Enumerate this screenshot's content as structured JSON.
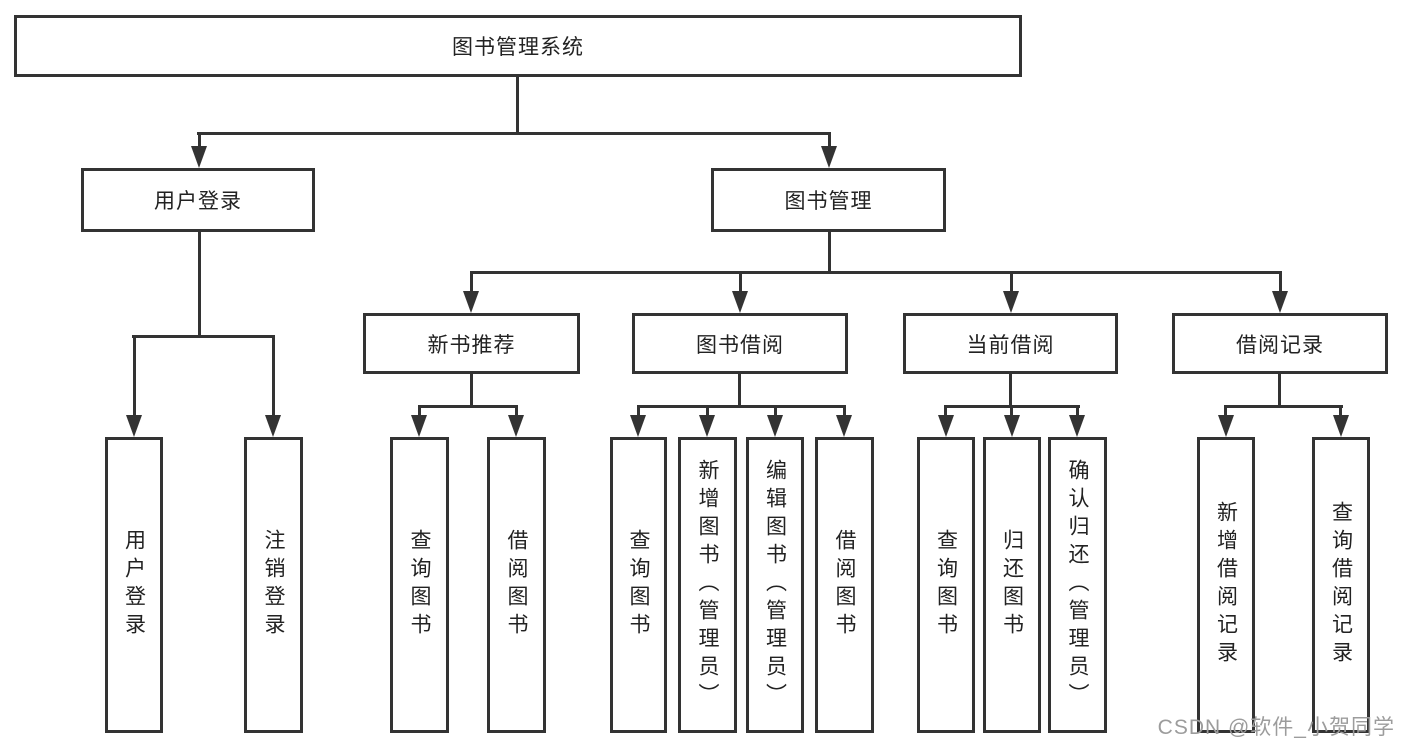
{
  "diagram": {
    "title": "图书管理系统",
    "nodes": {
      "root": "图书管理系统",
      "userLogin": "用户登录",
      "bookManagement": "图书管理",
      "newBookRecommend": "新书推荐",
      "bookBorrowing": "图书借阅",
      "currentBorrowing": "当前借阅",
      "borrowingRecords": "借阅记录",
      "leafUserLogin": "用户登录",
      "leafLogout": "注销登录",
      "leafQueryBooksA": "查询图书",
      "leafBorrowBooksA": "借阅图书",
      "leafQueryBooksB": "查询图书",
      "leafAddBooksAdmin": "新增图书（管理员）",
      "leafEditBooksAdmin": "编辑图书（管理员）",
      "leafBorrowBooksB": "借阅图书",
      "leafQueryBooksC": "查询图书",
      "leafReturnBooks": "归还图书",
      "leafConfirmReturnAdmin": "确认归还（管理员）",
      "leafAddBorrowRecord": "新增借阅记录",
      "leafQueryBorrowRecord": "查询借阅记录"
    },
    "tree": {
      "label": "图书管理系统",
      "children": [
        {
          "label": "用户登录",
          "children": [
            "用户登录",
            "注销登录"
          ]
        },
        {
          "label": "图书管理",
          "children": [
            {
              "label": "新书推荐",
              "children": [
                "查询图书",
                "借阅图书"
              ]
            },
            {
              "label": "图书借阅",
              "children": [
                "查询图书",
                "新增图书（管理员）",
                "编辑图书（管理员）",
                "借阅图书"
              ]
            },
            {
              "label": "当前借阅",
              "children": [
                "查询图书",
                "归还图书",
                "确认归还（管理员）"
              ]
            },
            {
              "label": "借阅记录",
              "children": [
                "新增借阅记录",
                "查询借阅记录"
              ]
            }
          ]
        }
      ]
    },
    "watermark": {
      "text": "CSDN @软件_小贺同学",
      "color": "#9c9c9c"
    },
    "colors": {
      "line": "#333333",
      "text": "#222222",
      "background": "#ffffff"
    }
  }
}
